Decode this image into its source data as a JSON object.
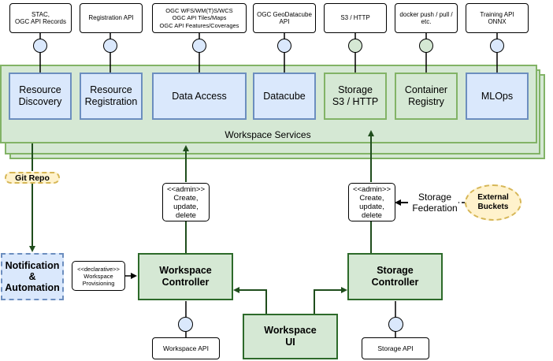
{
  "api_labels": {
    "resource_discovery": "STAC,\nOGC API Records",
    "resource_registration": "Registration API",
    "data_access": "OGC WFS/WM(T)S/WCS\nOGC API Tiles/Maps\nOGC API Features/Coverages",
    "datacube": "OGC GeoDatacube\nAPI",
    "storage": "S3 / HTTP",
    "container_registry": "docker push / pull /\netc.",
    "mlops": "Training API\nONNX"
  },
  "services": {
    "resource_discovery": "Resource\nDiscovery",
    "resource_registration": "Resource\nRegistration",
    "data_access": "Data Access",
    "datacube": "Datacube",
    "storage": "Storage\nS3 / HTTP",
    "container_registry": "Container\nRegistry",
    "mlops": "MLOps"
  },
  "workspace_services_label": "Workspace Services",
  "git_repo": "Git Repo",
  "admin_box_left": "<<admin>>\nCreate,\nupdate,\ndelete",
  "admin_box_right": "<<admin>>\nCreate,\nupdate,\ndelete",
  "storage_federation": "Storage\nFederation",
  "external_buckets": "External\nBuckets",
  "notification": "Notification\n&\nAutomation",
  "declarative": "<<declarative>>\nWorkspace\nProvisioning",
  "workspace_controller": "Workspace\nController",
  "storage_controller": "Storage\nController",
  "workspace_ui": "Workspace\nUI",
  "workspace_api": "Workspace API",
  "storage_api": "Storage API",
  "colors": {
    "blue_fill": "#dae8fc",
    "blue_stroke": "#6c8ebf",
    "green_fill": "#d5e8d4",
    "green_stroke": "#82b366",
    "dark_green": "#2d6a2a",
    "yellow_fill": "#fff2cc",
    "yellow_stroke": "#d6b656"
  }
}
